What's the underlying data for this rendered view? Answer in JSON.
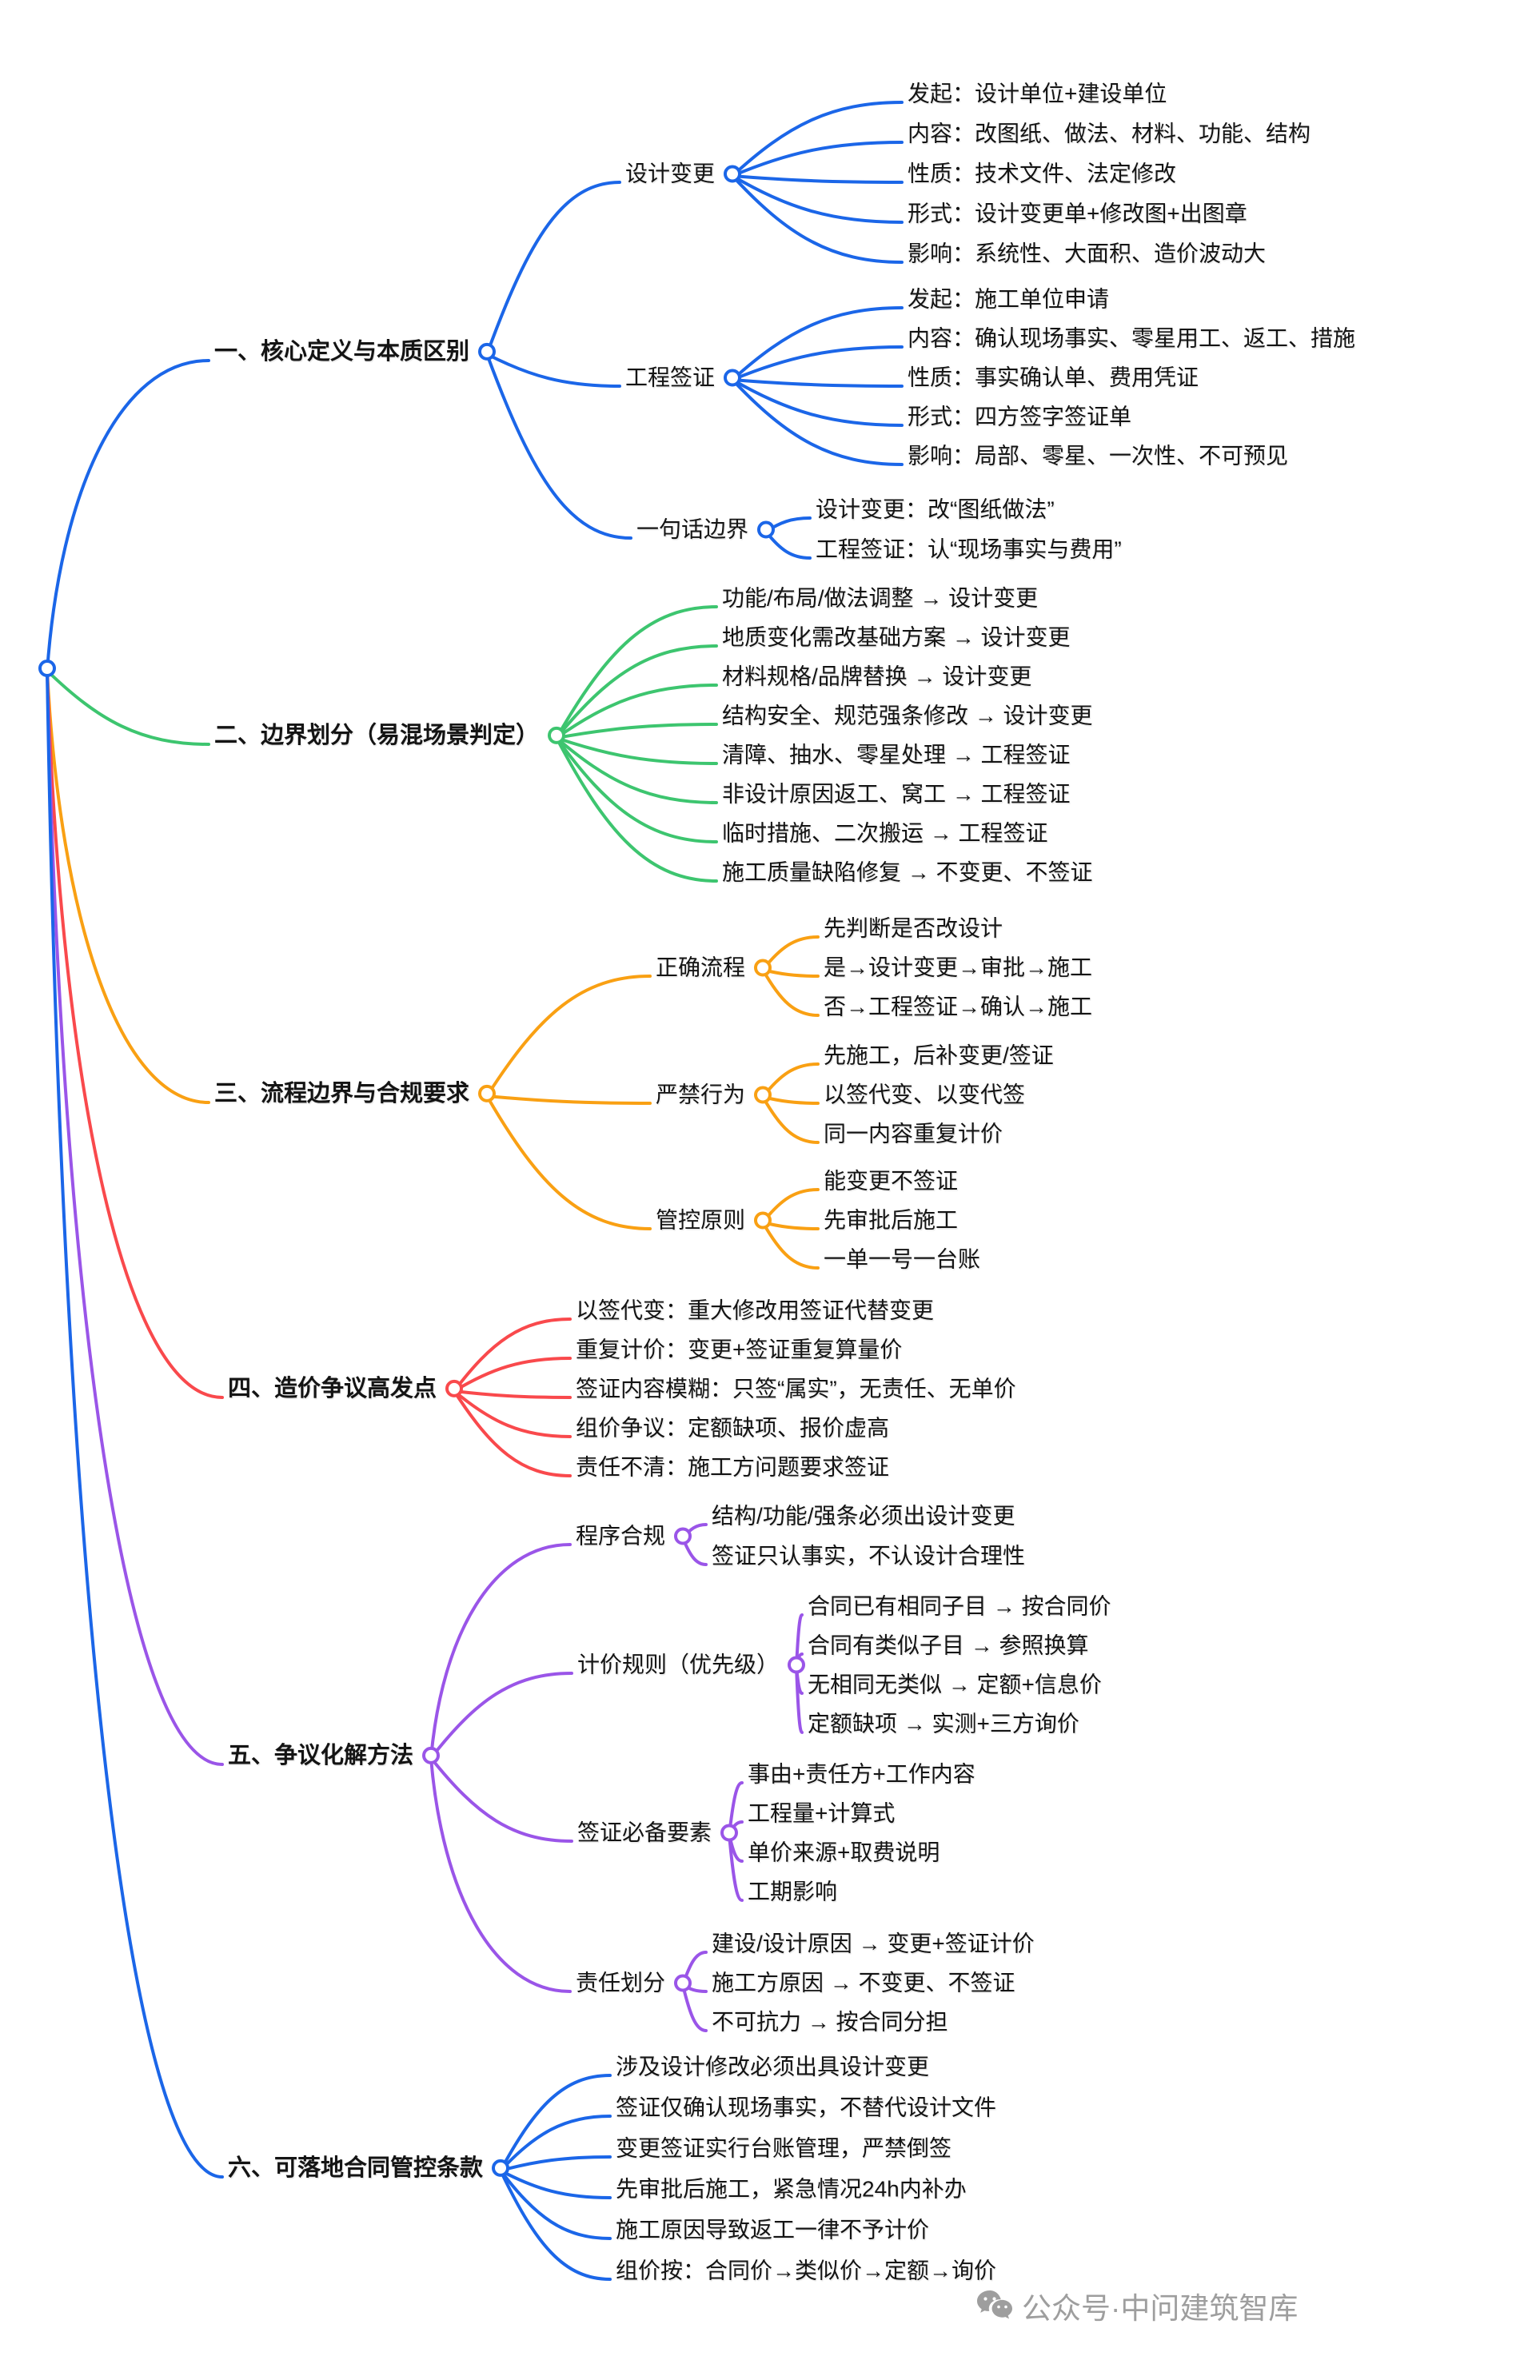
{
  "colors": {
    "blue": "#1b66e8",
    "green": "#3dc56f",
    "orange": "#f9a013",
    "red": "#f9494c",
    "purple": "#9a55e8",
    "text": "#141414",
    "watermark_gray": "#9e9e9e"
  },
  "watermark": {
    "label": "公众号·中问建筑智库"
  },
  "branches": [
    {
      "label": "一、核心定义与本质区别",
      "children": [
        {
          "label": "设计变更",
          "leaves": [
            "发起：设计单位+建设单位",
            "内容：改图纸、做法、材料、功能、结构",
            "性质：技术文件、法定修改",
            "形式：设计变更单+修改图+出图章",
            "影响：系统性、大面积、造价波动大"
          ]
        },
        {
          "label": "工程签证",
          "leaves": [
            "发起：施工单位申请",
            "内容：确认现场事实、零星用工、返工、措施",
            "性质：事实确认单、费用凭证",
            "形式：四方签字签证单",
            "影响：局部、零星、一次性、不可预见"
          ]
        },
        {
          "label": "一句话边界",
          "leaves": [
            "设计变更：改“图纸做法”",
            "工程签证：认“现场事实与费用”"
          ]
        }
      ]
    },
    {
      "label": "二、边界划分（易混场景判定）",
      "leaves": [
        "功能/布局/做法调整 → 设计变更",
        "地质变化需改基础方案 → 设计变更",
        "材料规格/品牌替换 → 设计变更",
        "结构安全、规范强条修改 → 设计变更",
        "清障、抽水、零星处理 → 工程签证",
        "非设计原因返工、窝工 → 工程签证",
        "临时措施、二次搬运 → 工程签证",
        "施工质量缺陷修复 → 不变更、不签证"
      ]
    },
    {
      "label": "三、流程边界与合规要求",
      "children": [
        {
          "label": "正确流程",
          "leaves": [
            "先判断是否改设计",
            "是→设计变更→审批→施工",
            "否→工程签证→确认→施工"
          ]
        },
        {
          "label": "严禁行为",
          "leaves": [
            "先施工，后补变更/签证",
            "以签代变、以变代签",
            "同一内容重复计价"
          ]
        },
        {
          "label": "管控原则",
          "leaves": [
            "能变更不签证",
            "先审批后施工",
            "一单一号一台账"
          ]
        }
      ]
    },
    {
      "label": "四、造价争议高发点",
      "leaves": [
        "以签代变：重大修改用签证代替变更",
        "重复计价：变更+签证重复算量价",
        "签证内容模糊：只签“属实”，无责任、无单价",
        "组价争议：定额缺项、报价虚高",
        "责任不清：施工方问题要求签证"
      ]
    },
    {
      "label": "五、争议化解方法",
      "children": [
        {
          "label": "程序合规",
          "leaves": [
            "结构/功能/强条必须出设计变更",
            "签证只认事实，不认设计合理性"
          ]
        },
        {
          "label": "计价规则（优先级）",
          "leaves": [
            "合同已有相同子目 → 按合同价",
            "合同有类似子目 → 参照换算",
            "无相同无类似 → 定额+信息价",
            "定额缺项 → 实测+三方询价"
          ]
        },
        {
          "label": "签证必备要素",
          "leaves": [
            "事由+责任方+工作内容",
            "工程量+计算式",
            "单价来源+取费说明",
            "工期影响"
          ]
        },
        {
          "label": "责任划分",
          "leaves": [
            "建设/设计原因 → 变更+签证计价",
            "施工方原因 → 不变更、不签证",
            "不可抗力 → 按合同分担"
          ]
        }
      ]
    },
    {
      "label": "六、可落地合同管控条款",
      "leaves": [
        "涉及设计修改必须出具设计变更",
        "签证仅确认现场事实，不替代设计文件",
        "变更签证实行台账管理，严禁倒签",
        "先审批后施工，紧急情况24h内补办",
        "施工原因导致返工一律不予计价",
        "组价按：合同价→类似价→定额→询价"
      ]
    }
  ]
}
